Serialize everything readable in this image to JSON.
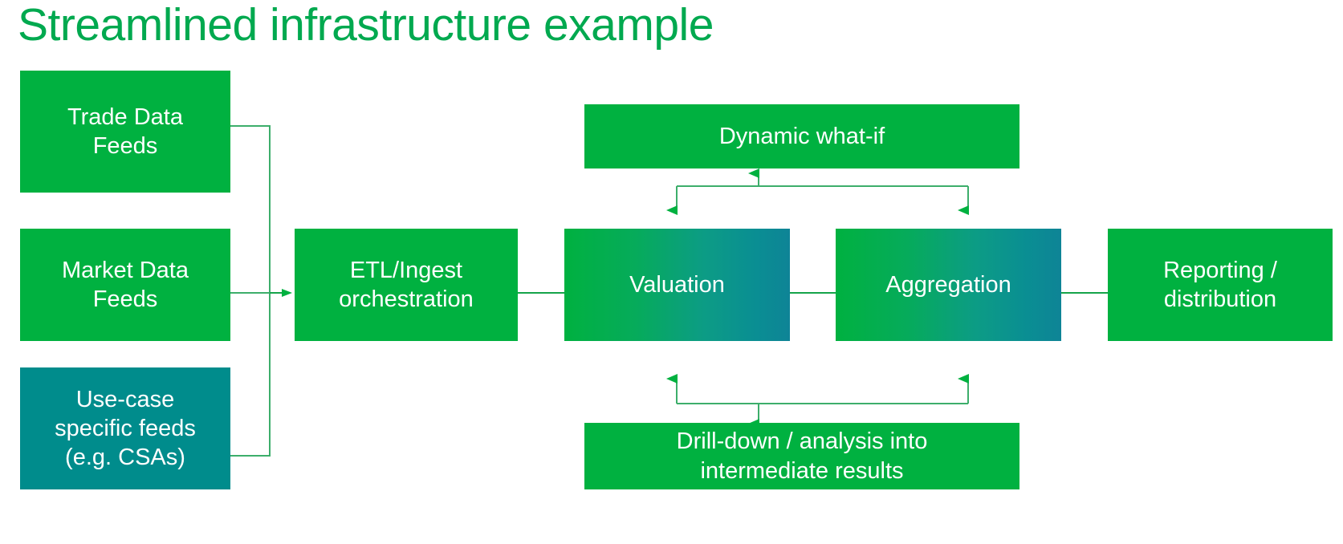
{
  "title": "Streamlined infrastructure example",
  "colors": {
    "title_green": "#00A94F",
    "box_green": "#00B140",
    "box_teal": "#008C8C",
    "gradient_start": "#00B140",
    "gradient_end": "#0E8496",
    "connector_line": "#3DAE6B",
    "arrow_fill": "#00B140"
  },
  "nodes": {
    "trade_data_feeds": {
      "label": "Trade Data\nFeeds",
      "fill": "green"
    },
    "market_data_feeds": {
      "label": "Market Data\nFeeds",
      "fill": "green"
    },
    "use_case_feeds": {
      "label": "Use-case\nspecific feeds\n(e.g. CSAs)",
      "fill": "teal"
    },
    "etl_orchestration": {
      "label": "ETL/Ingest\norchestration",
      "fill": "green"
    },
    "dynamic_what_if": {
      "label": "Dynamic what-if",
      "fill": "green"
    },
    "valuation": {
      "label": "Valuation",
      "fill": "gradient"
    },
    "aggregation": {
      "label": "Aggregation",
      "fill": "gradient"
    },
    "drill_down": {
      "label": "Drill-down / analysis into\nintermediate results",
      "fill": "green"
    },
    "reporting_distribution": {
      "label": "Reporting /\ndistribution",
      "fill": "green"
    }
  },
  "flow": {
    "edges": [
      {
        "from": "trade_data_feeds",
        "to": "etl_orchestration"
      },
      {
        "from": "market_data_feeds",
        "to": "etl_orchestration"
      },
      {
        "from": "use_case_feeds",
        "to": "etl_orchestration"
      },
      {
        "from": "etl_orchestration",
        "to": "valuation"
      },
      {
        "from": "valuation",
        "to": "aggregation"
      },
      {
        "from": "aggregation",
        "to": "reporting_distribution"
      },
      {
        "from": "valuation",
        "to": "dynamic_what_if"
      },
      {
        "from": "dynamic_what_if",
        "to": "valuation"
      },
      {
        "from": "dynamic_what_if",
        "to": "aggregation"
      },
      {
        "from": "valuation",
        "to": "drill_down"
      },
      {
        "from": "aggregation",
        "to": "drill_down"
      },
      {
        "from": "drill_down",
        "to": "valuation"
      }
    ]
  }
}
